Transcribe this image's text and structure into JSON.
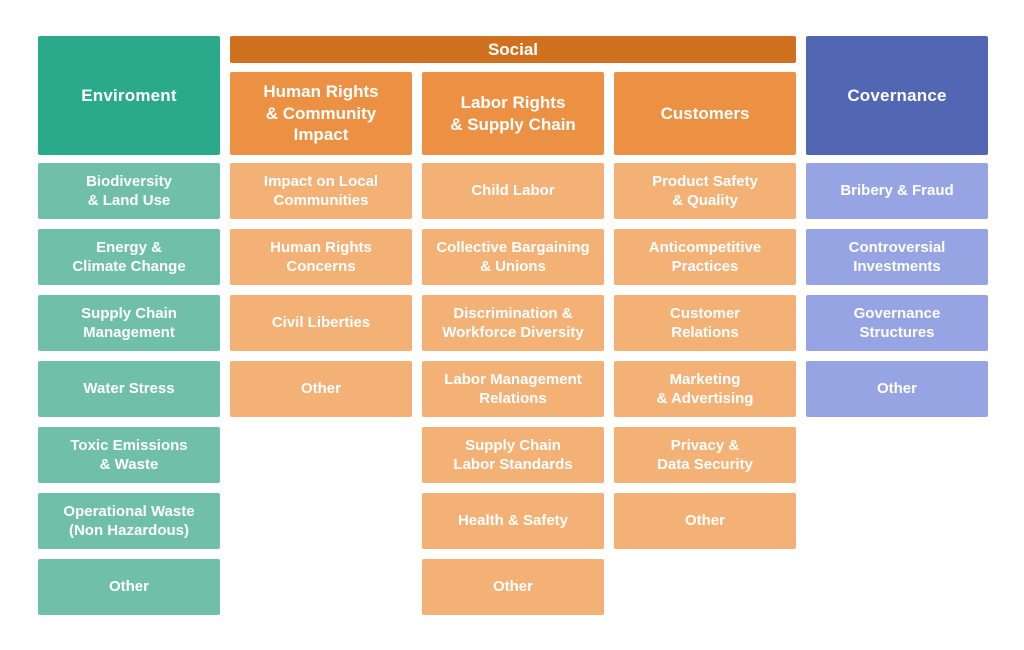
{
  "colors": {
    "environment_header": "#2BAA8B",
    "environment_item": "#6FC0A7",
    "social_banner": "#CF711F",
    "social_subheader": "#EC9143",
    "social_item": "#F3B175",
    "governance_header": "#5366B4",
    "governance_item": "#97A4E4",
    "text": "#FFFFFF",
    "background": "#FFFFFF"
  },
  "environment": {
    "header": "Enviroment",
    "items": [
      "Biodiversity\n& Land Use",
      "Energy &\nClimate Change",
      "Supply Chain\nManagement",
      "Water Stress",
      "Toxic Emissions\n& Waste",
      "Operational Waste\n(Non Hazardous)",
      "Other"
    ]
  },
  "social": {
    "banner": "Social",
    "groups": [
      {
        "header": "Human Rights\n& Community\nImpact",
        "items": [
          "Impact on Local\nCommunities",
          "Human Rights\nConcerns",
          "Civil Liberties",
          "Other"
        ]
      },
      {
        "header": "Labor Rights\n& Supply Chain",
        "items": [
          "Child Labor",
          "Collective Bargaining\n& Unions",
          "Discrimination &\nWorkforce Diversity",
          "Labor Management\nRelations",
          "Supply Chain\nLabor Standards",
          "Health & Safety",
          "Other"
        ]
      },
      {
        "header": "Customers",
        "items": [
          "Product Safety\n& Quality",
          "Anticompetitive\nPractices",
          "Customer\nRelations",
          "Marketing\n& Advertising",
          "Privacy &\nData Security",
          "Other"
        ]
      }
    ]
  },
  "governance": {
    "header": "Covernance",
    "items": [
      "Bribery & Fraud",
      "Controversial\nInvestments",
      "Governance\nStructures",
      "Other"
    ]
  }
}
